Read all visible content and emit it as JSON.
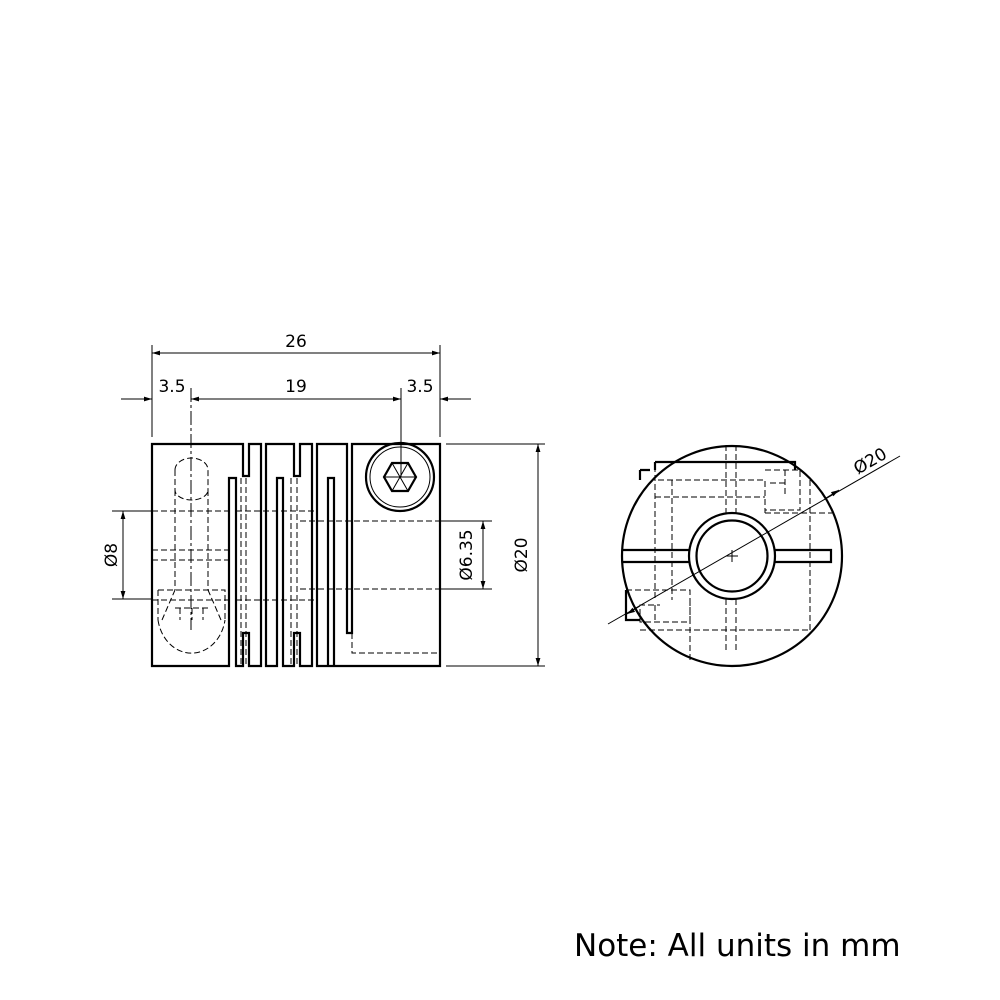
{
  "drawing": {
    "dimensions": {
      "overall_length": "26",
      "left_hub_offset": "3.5",
      "center_span": "19",
      "right_hub_offset": "3.5",
      "left_bore": "Ø8",
      "right_bore": "Ø6.35",
      "outer_diameter_side": "Ø20",
      "outer_diameter_end": "Ø20"
    },
    "views": [
      "side-view",
      "end-view"
    ],
    "line_color": "#000000",
    "background": "#ffffff"
  },
  "note": "Note: All units in mm"
}
